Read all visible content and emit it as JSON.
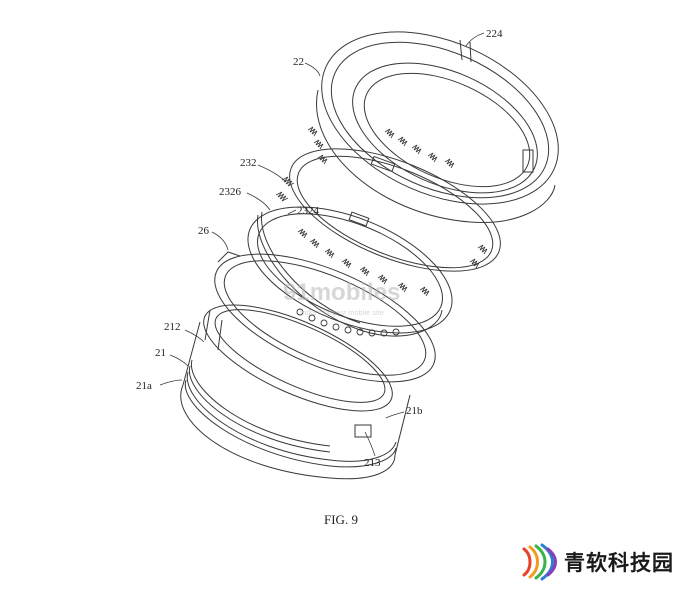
{
  "labels": {
    "l224": "224",
    "l22": "22",
    "l232": "232",
    "l2326": "2326",
    "l2324": "2324",
    "l26": "26",
    "l212": "212",
    "l21": "21",
    "l21a": "21a",
    "l21b": "21b",
    "l213": "213"
  },
  "caption": "FIG. 9",
  "watermark": {
    "logo": "91mobiles",
    "tagline": "India's largest mobile site"
  },
  "brand": {
    "name": "青软科技园",
    "logo_icon": "signal-waves-icon"
  },
  "colors": {
    "line": "#3a3a3a",
    "watermark": "#c9c9c9",
    "brand_red": "#e8432b",
    "brand_orange": "#f39a1e",
    "brand_green": "#3bb34a",
    "brand_blue": "#2a7fd4",
    "brand_purple": "#8a3fb8"
  }
}
